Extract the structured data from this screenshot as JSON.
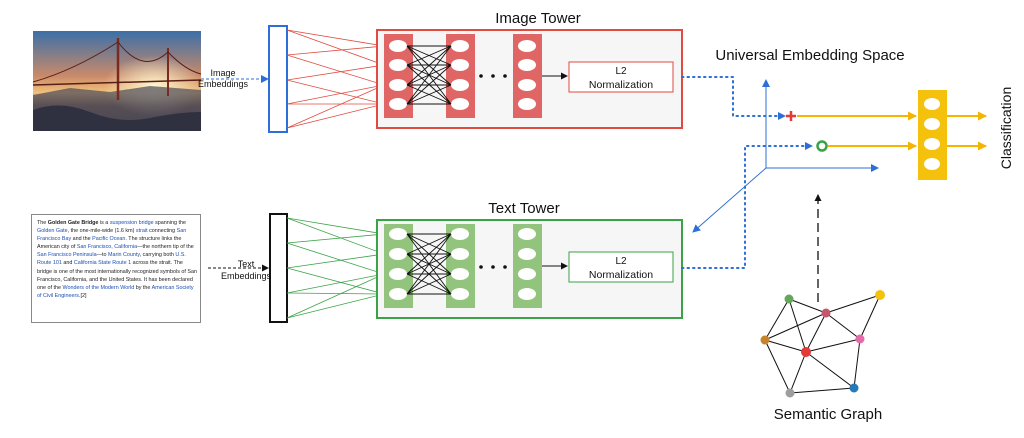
{
  "image_tower": {
    "title": "Image Tower",
    "norm_line1": "L2",
    "norm_line2": "Normalization",
    "input_label_1": "Image",
    "input_label_2": "Embeddings"
  },
  "text_tower": {
    "title": "Text Tower",
    "norm_line1": "L2",
    "norm_line2": "Normalization",
    "input_label_1": "Text",
    "input_label_2": "Embeddings"
  },
  "embedding_space": {
    "title": "Universal Embedding Space"
  },
  "classification": {
    "label": "Classification"
  },
  "semantic_graph": {
    "label": "Semantic Graph"
  },
  "colors": {
    "image": "#e04a3f",
    "text": "#3aa346",
    "blue": "#2c6fd6",
    "yellow": "#f4b400",
    "node_red": "#e53935",
    "node_pink": "#e36bab",
    "node_green": "#66a65c",
    "node_brown": "#c8842c",
    "node_gray": "#9e9e9e",
    "node_teal": "#2879b8"
  },
  "wiki_text": {
    "t1": "The ",
    "b1": "Golden Gate Bridge",
    "t2": " is a ",
    "l1": "suspension bridge",
    "t3": " spanning the ",
    "l2": "Golden Gate",
    "t4": ", the one-mile-wide (1.6 km) ",
    "l3": "strait",
    "t5": " connecting ",
    "l4": "San Francisco Bay",
    "t6": " and the ",
    "l5": "Pacific Ocean",
    "t7": ". The structure links the American city of ",
    "l6": "San Francisco, California",
    "t8": "—the northern tip of the ",
    "l7": "San Francisco Peninsula",
    "t9": "—to ",
    "l8": "Marin County",
    "t10": ", carrying both ",
    "l9": "U.S. Route 101",
    "t11": " and ",
    "l10": "California State Route 1",
    "t12": " across the strait. The bridge is one of the most internationally recognized symbols of San Francisco, California, and the United States. It has been declared one of the ",
    "l11": "Wonders of the Modern World",
    "t13": " by the ",
    "l12": "American Society of Civil Engineers",
    "ref": ".[2]"
  }
}
